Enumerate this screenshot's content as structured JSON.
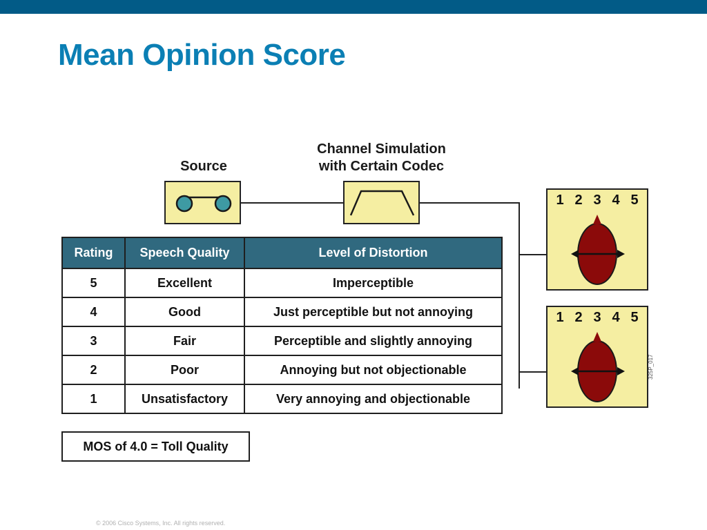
{
  "header": {
    "title": "Mean Opinion Score"
  },
  "diagram": {
    "source_label": "Source",
    "channel_label_line1": "Channel Simulation",
    "channel_label_line2": "with Certain Codec",
    "meter_scale": [
      "1",
      "2",
      "3",
      "4",
      "5"
    ],
    "figure_code": "325P_017"
  },
  "table": {
    "headers": [
      "Rating",
      "Speech Quality",
      "Level of Distortion"
    ],
    "rows": [
      {
        "rating": "5",
        "quality": "Excellent",
        "distortion": "Imperceptible"
      },
      {
        "rating": "4",
        "quality": "Good",
        "distortion": "Just perceptible but not annoying"
      },
      {
        "rating": "3",
        "quality": "Fair",
        "distortion": "Perceptible and slightly annoying"
      },
      {
        "rating": "2",
        "quality": "Poor",
        "distortion": "Annoying but not objectionable"
      },
      {
        "rating": "1",
        "quality": "Unsatisfactory",
        "distortion": "Very annoying and objectionable"
      }
    ]
  },
  "toll_quality_note": "MOS of 4.0 = Toll Quality",
  "footer": {
    "copyright": "© 2006 Cisco Systems, Inc. All rights reserved."
  },
  "colors": {
    "top_bar": "#025b87",
    "title": "#0b7fb4",
    "box_fill": "#f5eea2",
    "table_header": "#30697f",
    "knob": "#8b0a0a",
    "tape_reel": "#3e9aa3"
  }
}
